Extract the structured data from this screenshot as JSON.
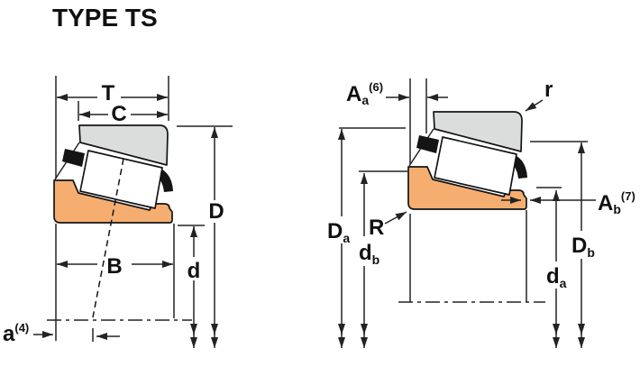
{
  "title": "TYPE TS",
  "colors": {
    "background": "#FFFFFF",
    "cone_fill": "#F5AE6F",
    "cup_fill": "#DBDDDD",
    "outline": "#141414",
    "dimension_lines": "#232323",
    "text": "#111111"
  },
  "views": {
    "left": {
      "labels": {
        "T": "T",
        "C": "C",
        "D": "D",
        "d": "d",
        "B": "B",
        "a_main": "a",
        "a_sup": "(4)"
      }
    },
    "right": {
      "labels": {
        "Aa_main": "A",
        "Aa_sub": "a",
        "Aa_sup": "(6)",
        "r": "r",
        "Da_main": "D",
        "Da_sub": "a",
        "db_main": "d",
        "db_sub": "b",
        "R": "R",
        "Ab_main": "A",
        "Ab_sub": "b",
        "Ab_sup": "(7)",
        "da_main": "d",
        "da_sub": "a",
        "Db_main": "D",
        "Db_sub": "b"
      }
    }
  }
}
